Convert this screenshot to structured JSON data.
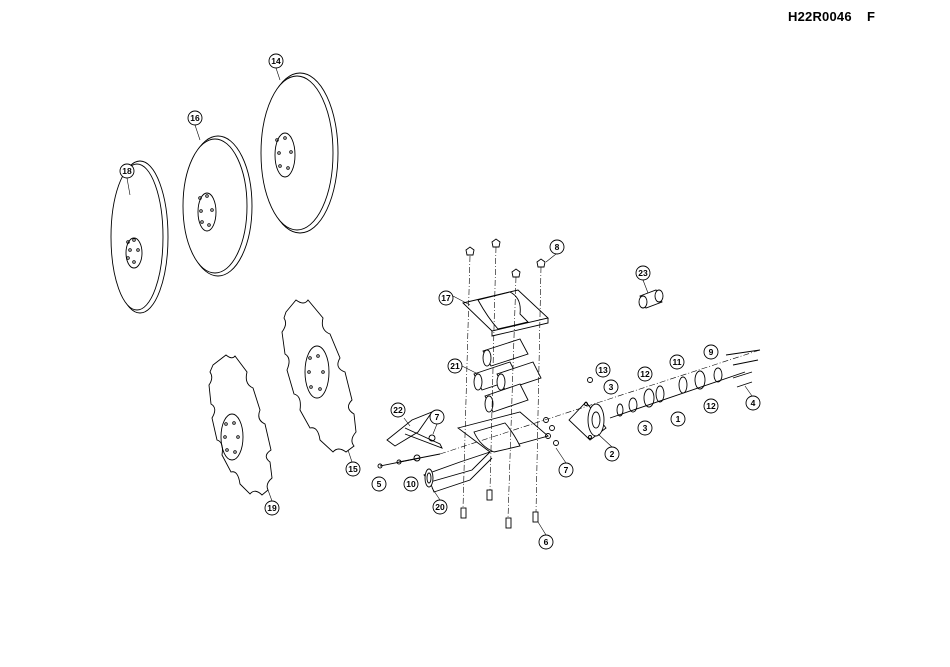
{
  "drawing": {
    "code": "H22R0046",
    "revision": "F"
  },
  "callouts": {
    "c1": "1",
    "c2": "2",
    "c3a": "3",
    "c3b": "3",
    "c4": "4",
    "c5": "5",
    "c6": "6",
    "c7a": "7",
    "c7b": "7",
    "c8": "8",
    "c9": "9",
    "c10": "10",
    "c11": "11",
    "c12a": "12",
    "c12b": "12",
    "c13": "13",
    "c14": "14",
    "c15": "15",
    "c16": "16",
    "c17": "17",
    "c18": "18",
    "c19": "19",
    "c20": "20",
    "c21": "21",
    "c22": "22",
    "c23": "23"
  }
}
